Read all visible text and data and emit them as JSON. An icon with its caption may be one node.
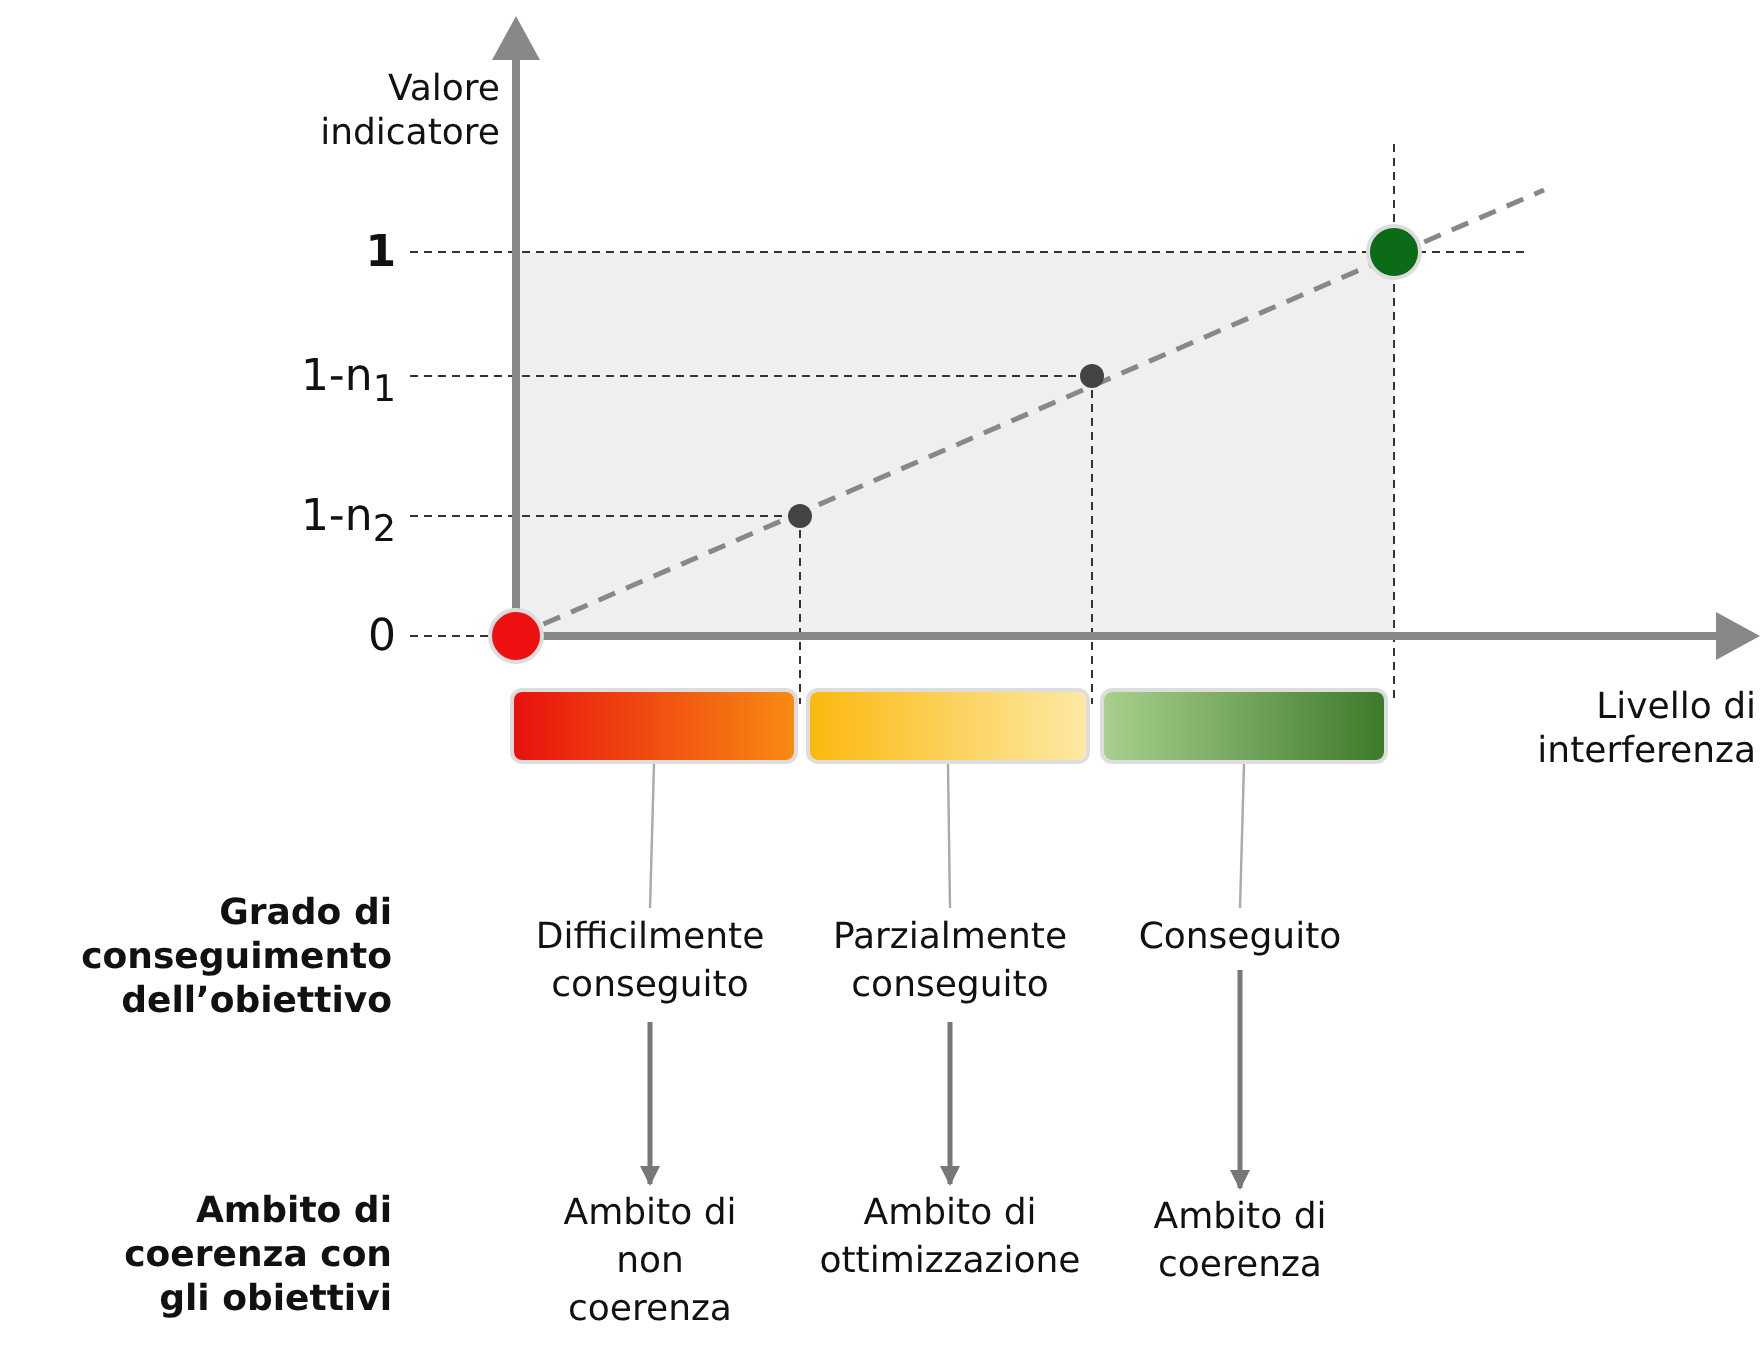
{
  "diagram": {
    "nodes": [
      {
        "text": [],
        "shape": "bar"
      },
      {
        "text": [],
        "shape": "bar"
      },
      {
        "text": [],
        "shape": "bar"
      },
      {
        "text": [
          "Difficilmente conseguito"
        ]
      },
      {
        "text": [
          "Parzialmente conseguito"
        ]
      },
      {
        "text": [
          "Conseguito"
        ]
      },
      {
        "text": [
          "Ambito di non coerenza"
        ]
      },
      {
        "text": [
          "Ambito di ottimizzazione"
        ]
      },
      {
        "text": [
          "Ambito di coerenza"
        ]
      }
    ],
    "edges": [
      {
        "from": 0,
        "to": 3,
        "arrow": "none"
      },
      {
        "from": 1,
        "to": 4,
        "arrow": "none"
      },
      {
        "from": 2,
        "to": 5,
        "arrow": "none"
      },
      {
        "from": 3,
        "to": 6,
        "arrow": "to"
      },
      {
        "from": 4,
        "to": 7,
        "arrow": "to"
      },
      {
        "from": 5,
        "to": 8,
        "arrow": "to"
      }
    ],
    "labels": [
      "Valore indicatore",
      "1",
      "1-n$_{1}$",
      "1-n$_{2}$",
      "0",
      "Livello di interferenza",
      "Grado di conseguimento dell’obiettivo",
      "Ambito di coerenza con gli obiettivi"
    ]
  }
}
